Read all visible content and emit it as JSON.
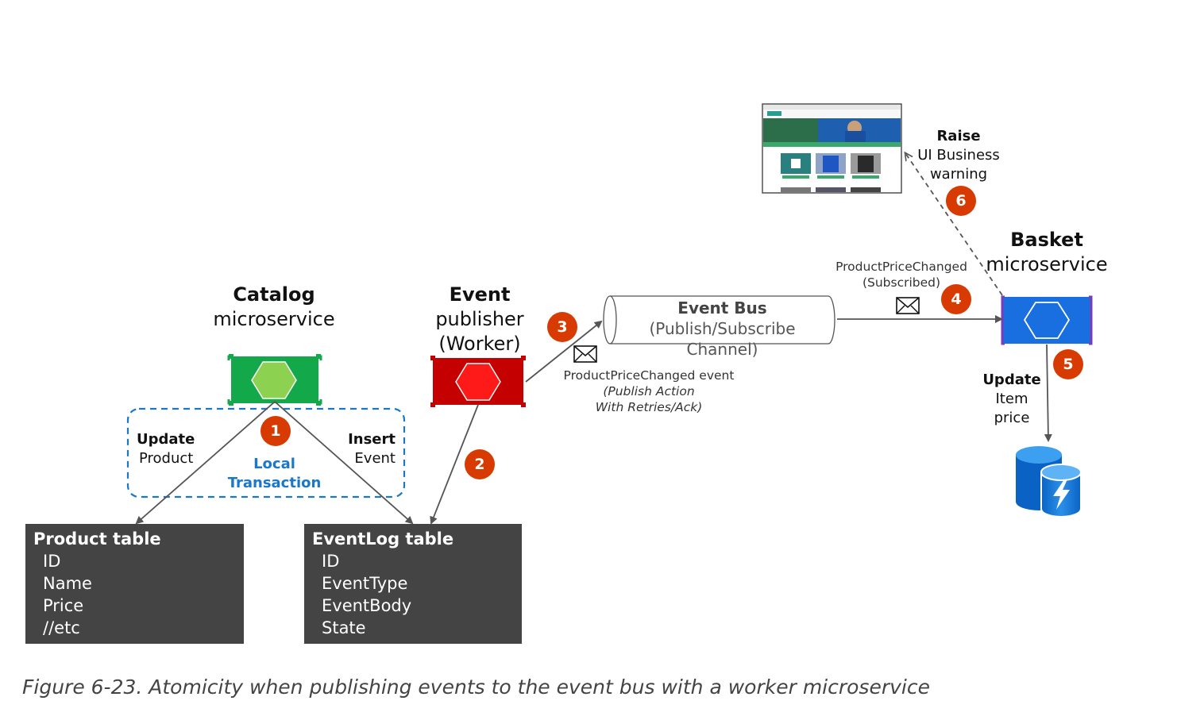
{
  "catalog": {
    "title": "Catalog",
    "subtitle": "microservice"
  },
  "publisher": {
    "line1": "Event",
    "line2": "publisher",
    "line3": "(Worker)"
  },
  "basket": {
    "title": "Basket",
    "subtitle": "microservice"
  },
  "event_bus": {
    "title": "Event Bus",
    "subtitle": "(Publish/Subscribe Channel)"
  },
  "local_transaction": {
    "line1": "Local",
    "line2": "Transaction"
  },
  "update_product": {
    "bold": "Update",
    "normal": "Product"
  },
  "insert_event": {
    "bold": "Insert",
    "normal": "Event"
  },
  "published_event": {
    "line1": "ProductPriceChanged event",
    "line2": "(Publish Action",
    "line3": "With Retries/Ack)"
  },
  "subscribed_event": {
    "line1": "ProductPriceChanged",
    "line2": "(Subscribed)"
  },
  "raise_warning": {
    "bold": "Raise",
    "line2": "UI Business",
    "line3": "warning"
  },
  "update_item_price": {
    "bold": "Update",
    "line2": "Item",
    "line3": "price"
  },
  "steps": [
    "1",
    "2",
    "3",
    "4",
    "5",
    "6"
  ],
  "product_table": {
    "title": "Product table",
    "fields": [
      "ID",
      "Name",
      "Price",
      "//etc"
    ]
  },
  "eventlog_table": {
    "title": "EventLog table",
    "fields": [
      "ID",
      "EventType",
      "EventBody",
      "State"
    ]
  },
  "caption": "Figure 6-23. Atomicity when publishing events to the event bus with a worker microservice",
  "colors": {
    "catalog_green": "#13a84a",
    "catalog_hex": "#8cd150",
    "publisher_red": "#c40000",
    "publisher_hex": "#ff1a1a",
    "basket_blue": "#1a6fe0",
    "badge_orange": "#d83b01",
    "table_gray": "#444444",
    "local_blue": "#1b78c8",
    "bracket_purple": "#7a3cb8"
  }
}
